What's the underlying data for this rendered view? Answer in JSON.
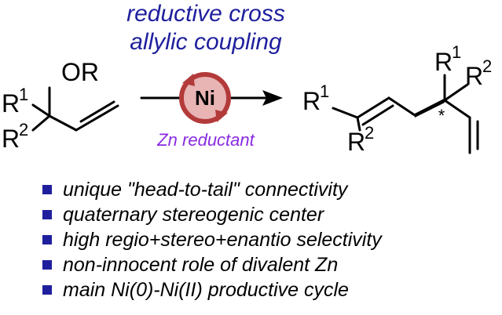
{
  "reaction": {
    "title_line1": "reductive cross",
    "title_line2": "allylic coupling",
    "catalyst_label": "Ni",
    "reductant_label": "Zn reductant",
    "stereocenter_mark": "*"
  },
  "substrate": {
    "leaving_group": "OR",
    "sub_r1": "R",
    "sub_r1_sup": "1",
    "sub_r2": "R",
    "sub_r2_sup": "2"
  },
  "product": {
    "left_r1": "R",
    "left_r1_sup": "1",
    "left_r2": "R",
    "left_r2_sup": "2",
    "right_r1": "R",
    "right_r1_sup": "1",
    "right_r2": "R",
    "right_r2_sup": "2"
  },
  "features": [
    "unique \"head-to-tail\" connectivity",
    "quaternary stereogenic center",
    "high regio+stereo+enantio selectivity",
    "non-innocent role of divalent Zn",
    "main Ni(0)-Ni(II) productive cycle"
  ],
  "colors": {
    "title_blue": "#1f1f9e",
    "reductant_purple": "#8a2be2",
    "catalyst_fill": "#e8b4b4",
    "catalyst_ring": "#b33a3a",
    "bullet_blue": "#1f1f9e"
  }
}
